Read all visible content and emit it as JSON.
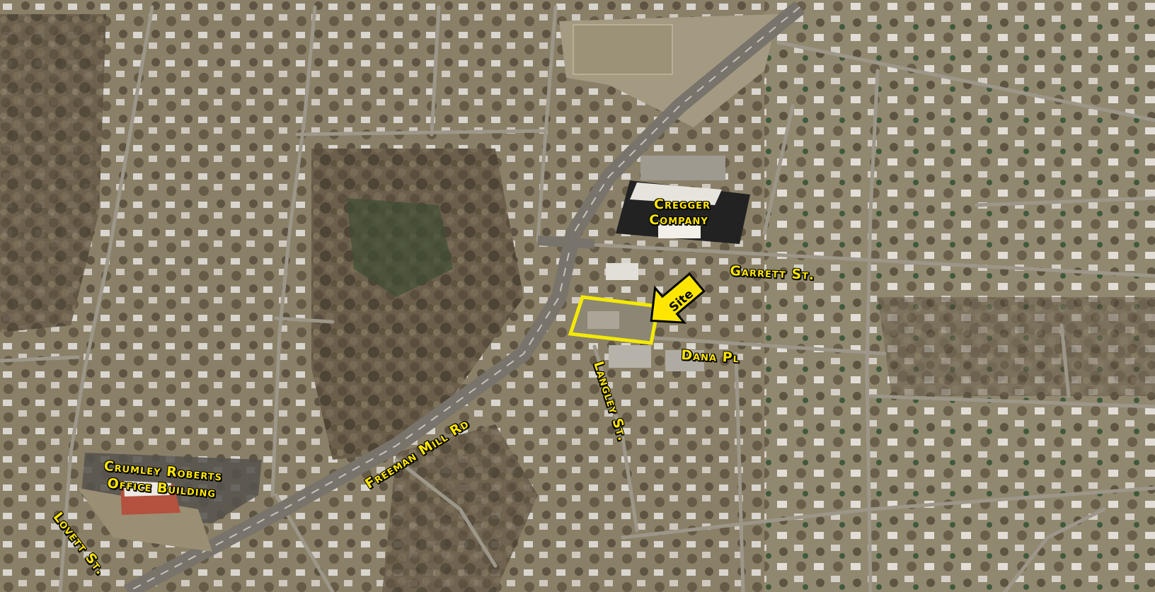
{
  "frame": {
    "accent_color": "#e8202a"
  },
  "labels": {
    "cregger_line1": "Cregger",
    "cregger_line2": "Company",
    "garrett": "Garrett St.",
    "dana": "Dana Pl",
    "langley": "Langley St.",
    "freeman": "Freeman Mill Rd",
    "crumley_line1": "Crumley Roberts",
    "crumley_line2": "Office Building",
    "lovett": "Lovett St.",
    "site": "Site"
  },
  "colors": {
    "label_text": "#ffe600",
    "label_outline": "#000000",
    "site_outline": "#f4ea00"
  }
}
